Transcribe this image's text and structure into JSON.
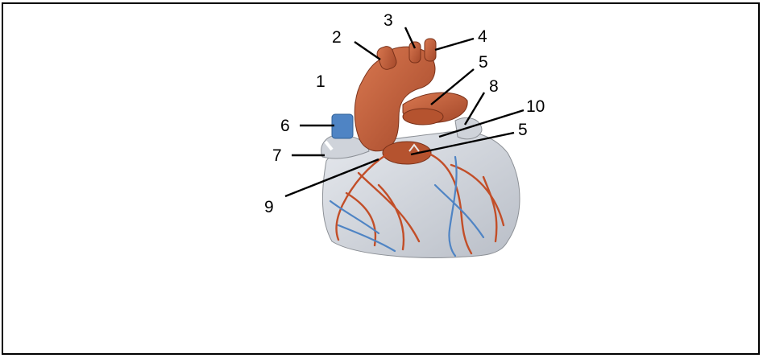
{
  "figure": {
    "subject": "heart-illustration",
    "colors": {
      "artery": "#c8623c",
      "artery_dark": "#8e3a1c",
      "vein": "#4f84c4",
      "myocardium": "#d9dde3",
      "outline": "#000000"
    },
    "callouts": [
      {
        "id": "c1",
        "label": "1"
      },
      {
        "id": "c2",
        "label": "2"
      },
      {
        "id": "c3",
        "label": "3"
      },
      {
        "id": "c4",
        "label": "4"
      },
      {
        "id": "c5a",
        "label": "5"
      },
      {
        "id": "c8",
        "label": "8"
      },
      {
        "id": "c10",
        "label": "10"
      },
      {
        "id": "c6",
        "label": "6"
      },
      {
        "id": "c5b",
        "label": "5"
      },
      {
        "id": "c7",
        "label": "7"
      },
      {
        "id": "c9",
        "label": "9"
      }
    ]
  }
}
